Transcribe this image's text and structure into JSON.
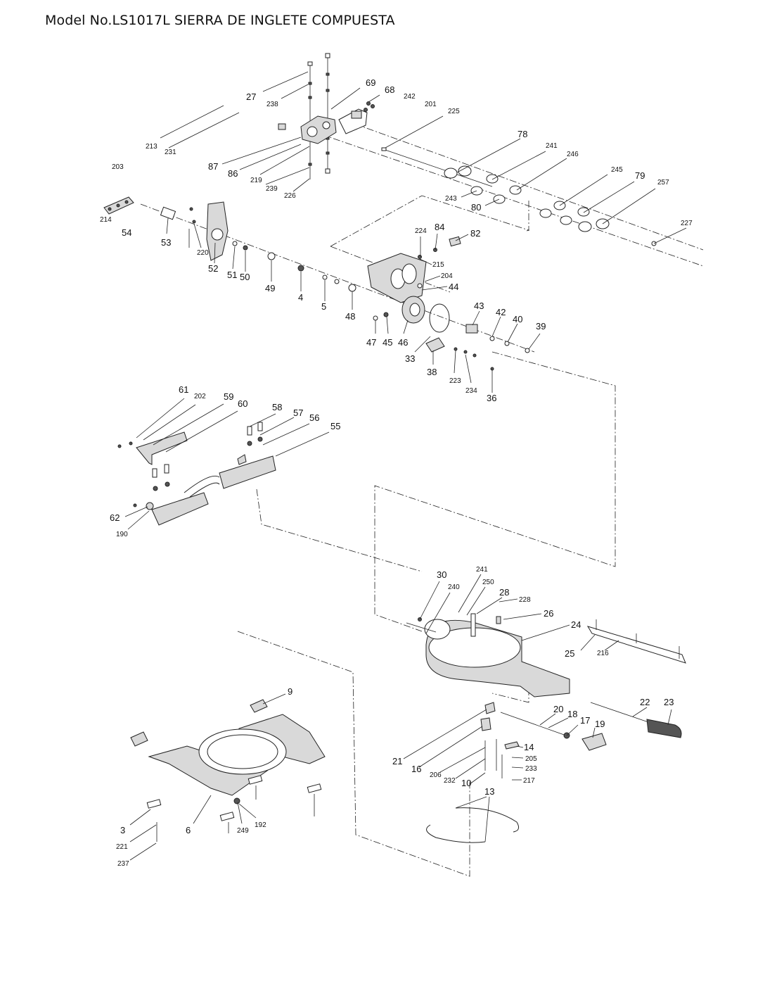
{
  "title": "Model No.LS1017L SIERRA DE INGLETE COMPUESTA",
  "callouts": [
    {
      "id": "27",
      "size": "big"
    },
    {
      "id": "238",
      "size": "small"
    },
    {
      "id": "69",
      "size": "big"
    },
    {
      "id": "68",
      "size": "big"
    },
    {
      "id": "242",
      "size": "small"
    },
    {
      "id": "201",
      "size": "small"
    },
    {
      "id": "225",
      "size": "small"
    },
    {
      "id": "213",
      "size": "small"
    },
    {
      "id": "231",
      "size": "small"
    },
    {
      "id": "87",
      "size": "big"
    },
    {
      "id": "86",
      "size": "big"
    },
    {
      "id": "219",
      "size": "small"
    },
    {
      "id": "239",
      "size": "small"
    },
    {
      "id": "226",
      "size": "small"
    },
    {
      "id": "203",
      "size": "small"
    },
    {
      "id": "78",
      "size": "big"
    },
    {
      "id": "241",
      "size": "small"
    },
    {
      "id": "246",
      "size": "small"
    },
    {
      "id": "245",
      "size": "small"
    },
    {
      "id": "79",
      "size": "big"
    },
    {
      "id": "257",
      "size": "small"
    },
    {
      "id": "243",
      "size": "small"
    },
    {
      "id": "80",
      "size": "big"
    },
    {
      "id": "227",
      "size": "small"
    },
    {
      "id": "214",
      "size": "small"
    },
    {
      "id": "54",
      "size": "big"
    },
    {
      "id": "53",
      "size": "big"
    },
    {
      "id": "220",
      "size": "small"
    },
    {
      "id": "52",
      "size": "big"
    },
    {
      "id": "51",
      "size": "big"
    },
    {
      "id": "50",
      "size": "big"
    },
    {
      "id": "49",
      "size": "big"
    },
    {
      "id": "4",
      "size": "big"
    },
    {
      "id": "5",
      "size": "big"
    },
    {
      "id": "48",
      "size": "big"
    },
    {
      "id": "224",
      "size": "small"
    },
    {
      "id": "84",
      "size": "big"
    },
    {
      "id": "82",
      "size": "big"
    },
    {
      "id": "215",
      "size": "small"
    },
    {
      "id": "204",
      "size": "small"
    },
    {
      "id": "44",
      "size": "big"
    },
    {
      "id": "43",
      "size": "big"
    },
    {
      "id": "42",
      "size": "big"
    },
    {
      "id": "40",
      "size": "big"
    },
    {
      "id": "39",
      "size": "big"
    },
    {
      "id": "47",
      "size": "big"
    },
    {
      "id": "45",
      "size": "big"
    },
    {
      "id": "46",
      "size": "big"
    },
    {
      "id": "33",
      "size": "big"
    },
    {
      "id": "38",
      "size": "big"
    },
    {
      "id": "223",
      "size": "small"
    },
    {
      "id": "234",
      "size": "small"
    },
    {
      "id": "36",
      "size": "big"
    },
    {
      "id": "61",
      "size": "big"
    },
    {
      "id": "202",
      "size": "small"
    },
    {
      "id": "59",
      "size": "big"
    },
    {
      "id": "60",
      "size": "big"
    },
    {
      "id": "58",
      "size": "big"
    },
    {
      "id": "57",
      "size": "big"
    },
    {
      "id": "56",
      "size": "big"
    },
    {
      "id": "55",
      "size": "big"
    },
    {
      "id": "62",
      "size": "big"
    },
    {
      "id": "190",
      "size": "small"
    },
    {
      "id": "30",
      "size": "big"
    },
    {
      "id": "240",
      "size": "small"
    },
    {
      "id": "241",
      "size": "small"
    },
    {
      "id": "250",
      "size": "small"
    },
    {
      "id": "28",
      "size": "big"
    },
    {
      "id": "228",
      "size": "small"
    },
    {
      "id": "26",
      "size": "big"
    },
    {
      "id": "24",
      "size": "big"
    },
    {
      "id": "25",
      "size": "big"
    },
    {
      "id": "216",
      "size": "small"
    },
    {
      "id": "9",
      "size": "big"
    },
    {
      "id": "22",
      "size": "big"
    },
    {
      "id": "23",
      "size": "big"
    },
    {
      "id": "20",
      "size": "big"
    },
    {
      "id": "18",
      "size": "big"
    },
    {
      "id": "17",
      "size": "big"
    },
    {
      "id": "19",
      "size": "big"
    },
    {
      "id": "21",
      "size": "big"
    },
    {
      "id": "16",
      "size": "big"
    },
    {
      "id": "206",
      "size": "small"
    },
    {
      "id": "232",
      "size": "small"
    },
    {
      "id": "10",
      "size": "big"
    },
    {
      "id": "14",
      "size": "big"
    },
    {
      "id": "205",
      "size": "small"
    },
    {
      "id": "233",
      "size": "small"
    },
    {
      "id": "217",
      "size": "small"
    },
    {
      "id": "13",
      "size": "big"
    },
    {
      "id": "3",
      "size": "big"
    },
    {
      "id": "6",
      "size": "big"
    },
    {
      "id": "249",
      "size": "small"
    },
    {
      "id": "192",
      "size": "small"
    },
    {
      "id": "221",
      "size": "small"
    },
    {
      "id": "237",
      "size": "small"
    }
  ]
}
